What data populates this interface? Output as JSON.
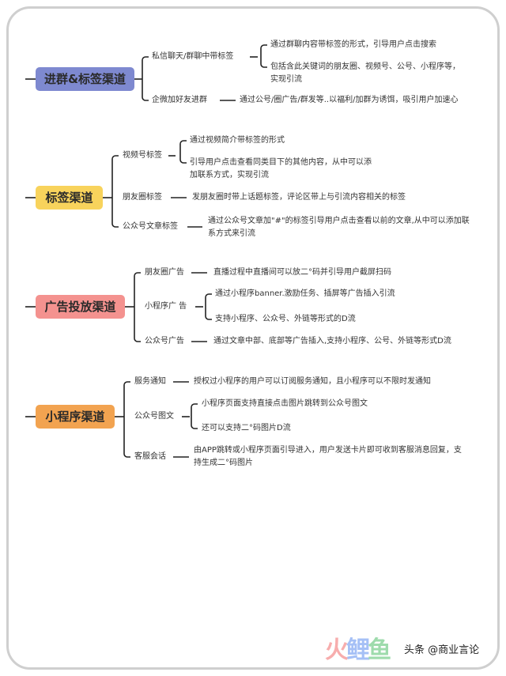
{
  "colors": {
    "s1": "#7E89D0",
    "s2": "#F8D35C",
    "s3": "#F4928F",
    "s4": "#F2A350"
  },
  "sections": [
    {
      "title": "进群&标签渠道",
      "children": [
        {
          "label": "私信聊天/群聊中带标签",
          "leaves": [
            "通过群聊内容带标签的形式，引导用户点击搜索",
            "包括含此关键词的朋友圈、视频号、公号、小程序等，实现引流"
          ]
        },
        {
          "label": "企微加好友进群",
          "leaves": [
            "通过公号/圈广告/群发等..以福利/加群为诱饵，吸引用户加速心"
          ]
        }
      ]
    },
    {
      "title": "标签渠道",
      "children": [
        {
          "label": "视频号标签",
          "leaves": [
            "通过视频简介带标签的形式",
            "引导用户点击查看同类目下的其他内容，从中可以添加联系方式，实现引流"
          ]
        },
        {
          "label": "朋友圈标签",
          "leaves": [
            "发朋友圈时带上话题标签，评论区带上与引流内容相关的标签"
          ]
        },
        {
          "label": "公众号文章标签",
          "leaves": [
            "通过公众号文章加\"#\"的标签引导用户点击查看以前的文章,从中可以添加联系方式来引流"
          ]
        }
      ]
    },
    {
      "title": "广告投放渠道",
      "children": [
        {
          "label": "朋友圈广告",
          "leaves": [
            "直播过程中直播间可以放二°码并引导用户截屏扫码"
          ]
        },
        {
          "label": "小程序广 告",
          "leaves": [
            "通过小程序banner.激励任务、插屏等广告插入引流",
            "支持小程序、公众号、外链等形式的D流"
          ]
        },
        {
          "label": "公众号广告",
          "leaves": [
            "通过文章中部、底部等广告插入,支持小程序、公号、外链等形式D流"
          ]
        }
      ]
    },
    {
      "title": "小程序渠道",
      "children": [
        {
          "label": "服务通知",
          "leaves": [
            "授权过小程序的用户可以订阅服务通知，且小程序可以不限时发通知"
          ]
        },
        {
          "label": "公众号图文",
          "leaves": [
            "小程序页面支持直接点击图片跳转到公众号图文",
            "还可以支持二°码图片D流"
          ]
        },
        {
          "label": "客服会话",
          "leaves": [
            "由APP跳转或小程序页面引导进入，用户发送卡片即可收到客服消息回复，支持生成二°码图片"
          ]
        }
      ]
    }
  ],
  "watermark": {
    "logo": "火鲤鱼",
    "text": "头条 @商业言论"
  }
}
